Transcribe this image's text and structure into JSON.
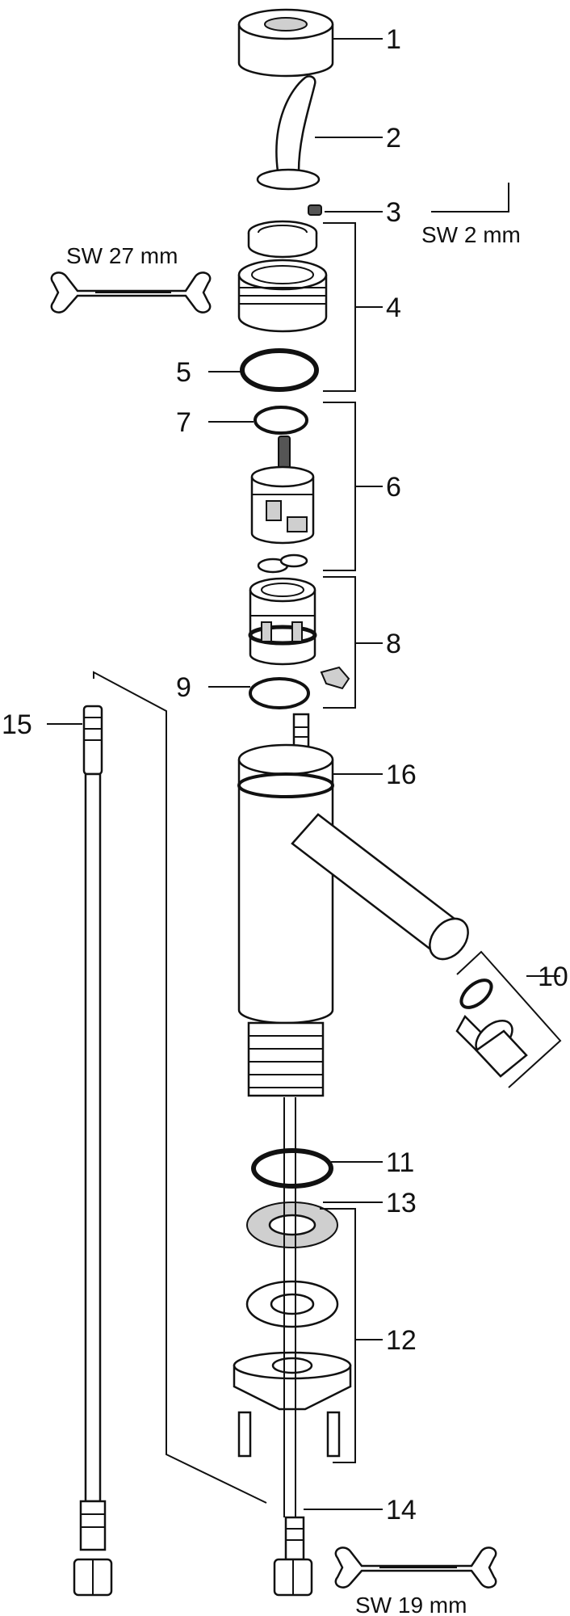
{
  "callouts": {
    "c1": "1",
    "c2": "2",
    "c3": "3",
    "c4": "4",
    "c5": "5",
    "c6": "6",
    "c7": "7",
    "c8": "8",
    "c9": "9",
    "c10": "10",
    "c11": "11",
    "c12": "12",
    "c13": "13",
    "c14": "14",
    "c15": "15",
    "c16": "16"
  },
  "tools": {
    "hex_key": "SW 2 mm",
    "wrench_top": "SW 27 mm",
    "wrench_bottom": "SW 19 mm"
  },
  "icons": [
    "hex-key-icon",
    "wrench-icon"
  ]
}
